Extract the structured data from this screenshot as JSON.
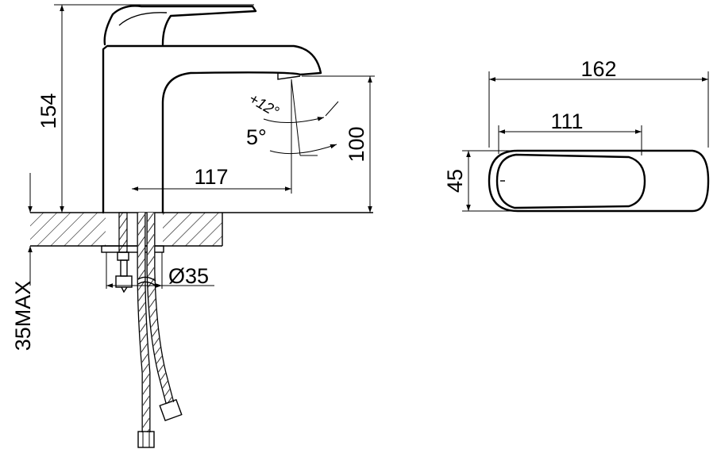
{
  "dimensions": {
    "height_total": "154",
    "spout_height": "100",
    "spout_reach": "117",
    "handle_angle_up": "+12°",
    "handle_angle_down": "5°",
    "hole_diameter": "Ø35",
    "max_counter_thickness": "35MAX",
    "top_length": "162",
    "handle_length": "111",
    "top_width": "45"
  }
}
